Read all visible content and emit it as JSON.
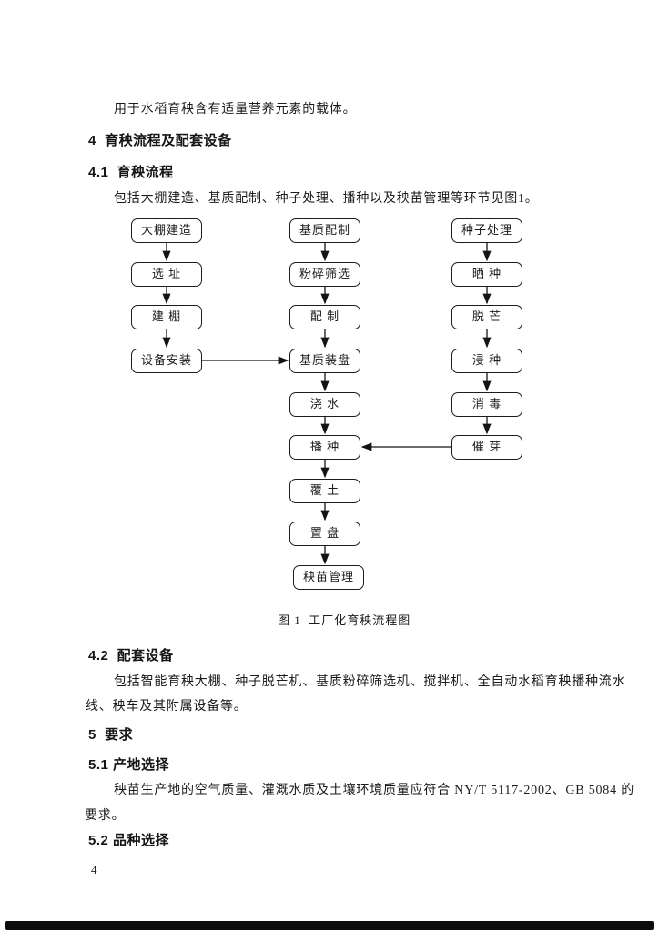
{
  "document": {
    "intro": "用于水稻育秧含有适量营养元素的载体。",
    "section4": {
      "heading": "4  育秧流程及配套设备"
    },
    "section4_1": {
      "heading": "4.1  育秧流程",
      "body": "包括大棚建造、基质配制、种子处理、播种以及秧苗管理等环节见图1。"
    },
    "figure": {
      "caption": "图 1  工厂化育秧流程图",
      "nodes": [
        {
          "id": "greenhouse-build",
          "label": "大棚建造"
        },
        {
          "id": "site-select",
          "label": "选 址"
        },
        {
          "id": "build-shed",
          "label": "建 棚"
        },
        {
          "id": "equip-install",
          "label": "设备安装"
        },
        {
          "id": "substrate-prep",
          "label": "基质配制"
        },
        {
          "id": "crush-sieve",
          "label": "粉碎筛选"
        },
        {
          "id": "mix",
          "label": "配 制"
        },
        {
          "id": "substrate-tray",
          "label": "基质装盘"
        },
        {
          "id": "water",
          "label": "浇 水"
        },
        {
          "id": "sow",
          "label": "播 种"
        },
        {
          "id": "cover-soil",
          "label": "覆 土"
        },
        {
          "id": "place-tray",
          "label": "置 盘"
        },
        {
          "id": "seedling-mgmt",
          "label": "秧苗管理"
        },
        {
          "id": "seed-process",
          "label": "种子处理"
        },
        {
          "id": "sun-seed",
          "label": "晒 种"
        },
        {
          "id": "de-awn",
          "label": "脱 芒"
        },
        {
          "id": "soak-seed",
          "label": "浸 种"
        },
        {
          "id": "disinfect",
          "label": "消 毒"
        },
        {
          "id": "germinate",
          "label": "催 芽"
        }
      ],
      "edges": [
        [
          "greenhouse-build",
          "site-select"
        ],
        [
          "site-select",
          "build-shed"
        ],
        [
          "build-shed",
          "equip-install"
        ],
        [
          "equip-install",
          "substrate-tray"
        ],
        [
          "substrate-prep",
          "crush-sieve"
        ],
        [
          "crush-sieve",
          "mix"
        ],
        [
          "mix",
          "substrate-tray"
        ],
        [
          "substrate-tray",
          "water"
        ],
        [
          "water",
          "sow"
        ],
        [
          "sow",
          "cover-soil"
        ],
        [
          "cover-soil",
          "place-tray"
        ],
        [
          "place-tray",
          "seedling-mgmt"
        ],
        [
          "seed-process",
          "sun-seed"
        ],
        [
          "sun-seed",
          "de-awn"
        ],
        [
          "de-awn",
          "soak-seed"
        ],
        [
          "soak-seed",
          "disinfect"
        ],
        [
          "disinfect",
          "germinate"
        ],
        [
          "germinate",
          "sow"
        ]
      ]
    },
    "section4_2": {
      "heading": "4.2  配套设备",
      "body_line1": "包括智能育秧大棚、种子脱芒机、基质粉碎筛选机、搅拌机、全自动水稻育秧播种流水",
      "body_line2": "线、秧车及其附属设备等。"
    },
    "section5": {
      "heading": "5  要求"
    },
    "section5_1": {
      "heading": "5.1 产地选择",
      "body_line1": "秧苗生产地的空气质量、灌溉水质及土壤环境质量应符合 NY/T 5117-2002、GB 5084 的",
      "body_line2": "要求。"
    },
    "section5_2": {
      "heading": "5.2 品种选择"
    },
    "page_number": "4"
  }
}
